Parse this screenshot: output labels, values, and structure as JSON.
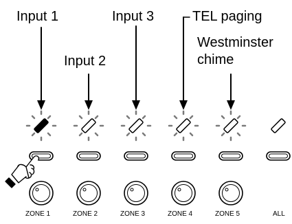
{
  "labels": {
    "input1": "Input 1",
    "input2": "Input 2",
    "input3": "Input 3",
    "tel": "TEL paging",
    "west1": "Westminster",
    "west2": "chime"
  },
  "zones": [
    {
      "label": "ZONE 1",
      "indicator": "on",
      "arrow_source": "Input 1"
    },
    {
      "label": "ZONE 2",
      "indicator": "blinking",
      "arrow_source": "Input 2"
    },
    {
      "label": "ZONE 3",
      "indicator": "blinking",
      "arrow_source": "Input 3"
    },
    {
      "label": "ZONE 4",
      "indicator": "blinking",
      "arrow_source": "TEL paging"
    },
    {
      "label": "ZONE 5",
      "indicator": "blinking",
      "arrow_source": "Westminster chime"
    },
    {
      "label": "ALL",
      "indicator": "off",
      "arrow_source": ""
    }
  ],
  "icons": {
    "pointer": "pointing-hand-icon",
    "led": "indicator-led-icon",
    "button": "zone-select-button",
    "knob": "volume-knob"
  },
  "colors": {
    "ink": "#000000",
    "background": "#ffffff"
  }
}
